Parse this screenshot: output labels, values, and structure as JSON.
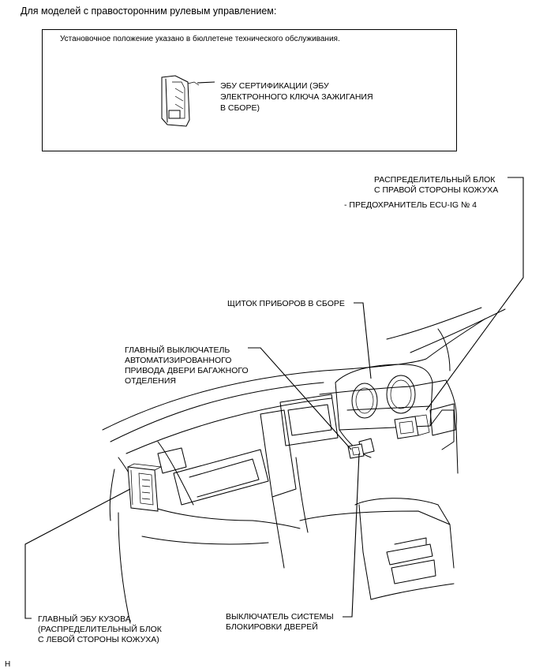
{
  "header": "Для моделей с правосторонним рулевым управлением:",
  "inset": {
    "note": "Установочное положение указано в бюллетене технического обслуживания.",
    "label_lines": [
      "ЭБУ СЕРТИФИКАЦИИ (ЭБУ",
      "ЭЛЕКТРОННОГО КЛЮЧА ЗАЖИГАНИЯ",
      "В СБОРЕ)"
    ]
  },
  "labels": {
    "junction_right": [
      "РАСПРЕДЕЛИТЕЛЬНЫЙ БЛОК",
      "С ПРАВОЙ СТОРОНЫ КОЖУХА"
    ],
    "fuse": "- ПРЕДОХРАНИТЕЛЬ ECU-IG № 4",
    "instrument_cluster": "ЩИТОК ПРИБОРОВ В СБОРЕ",
    "back_door_switch": [
      "ГЛАВНЫЙ ВЫКЛЮЧАТЕЛЬ",
      "АВТОМАТИЗИРОВАННОГО",
      "ПРИВОДА ДВЕРИ БАГАЖНОГО",
      "ОТДЕЛЕНИЯ"
    ],
    "main_body_ecu": [
      "ГЛАВНЫЙ ЭБУ КУЗОВА",
      "(РАСПРЕДЕЛИТЕЛЬНЫЙ БЛОК",
      "С ЛЕВОЙ СТОРОНЫ КОЖУХА)"
    ],
    "door_lock_switch": [
      "ВЫКЛЮЧАТЕЛЬ СИСТЕМЫ",
      "БЛОКИРОВКИ ДВЕРЕЙ"
    ]
  },
  "corner_mark": "H"
}
